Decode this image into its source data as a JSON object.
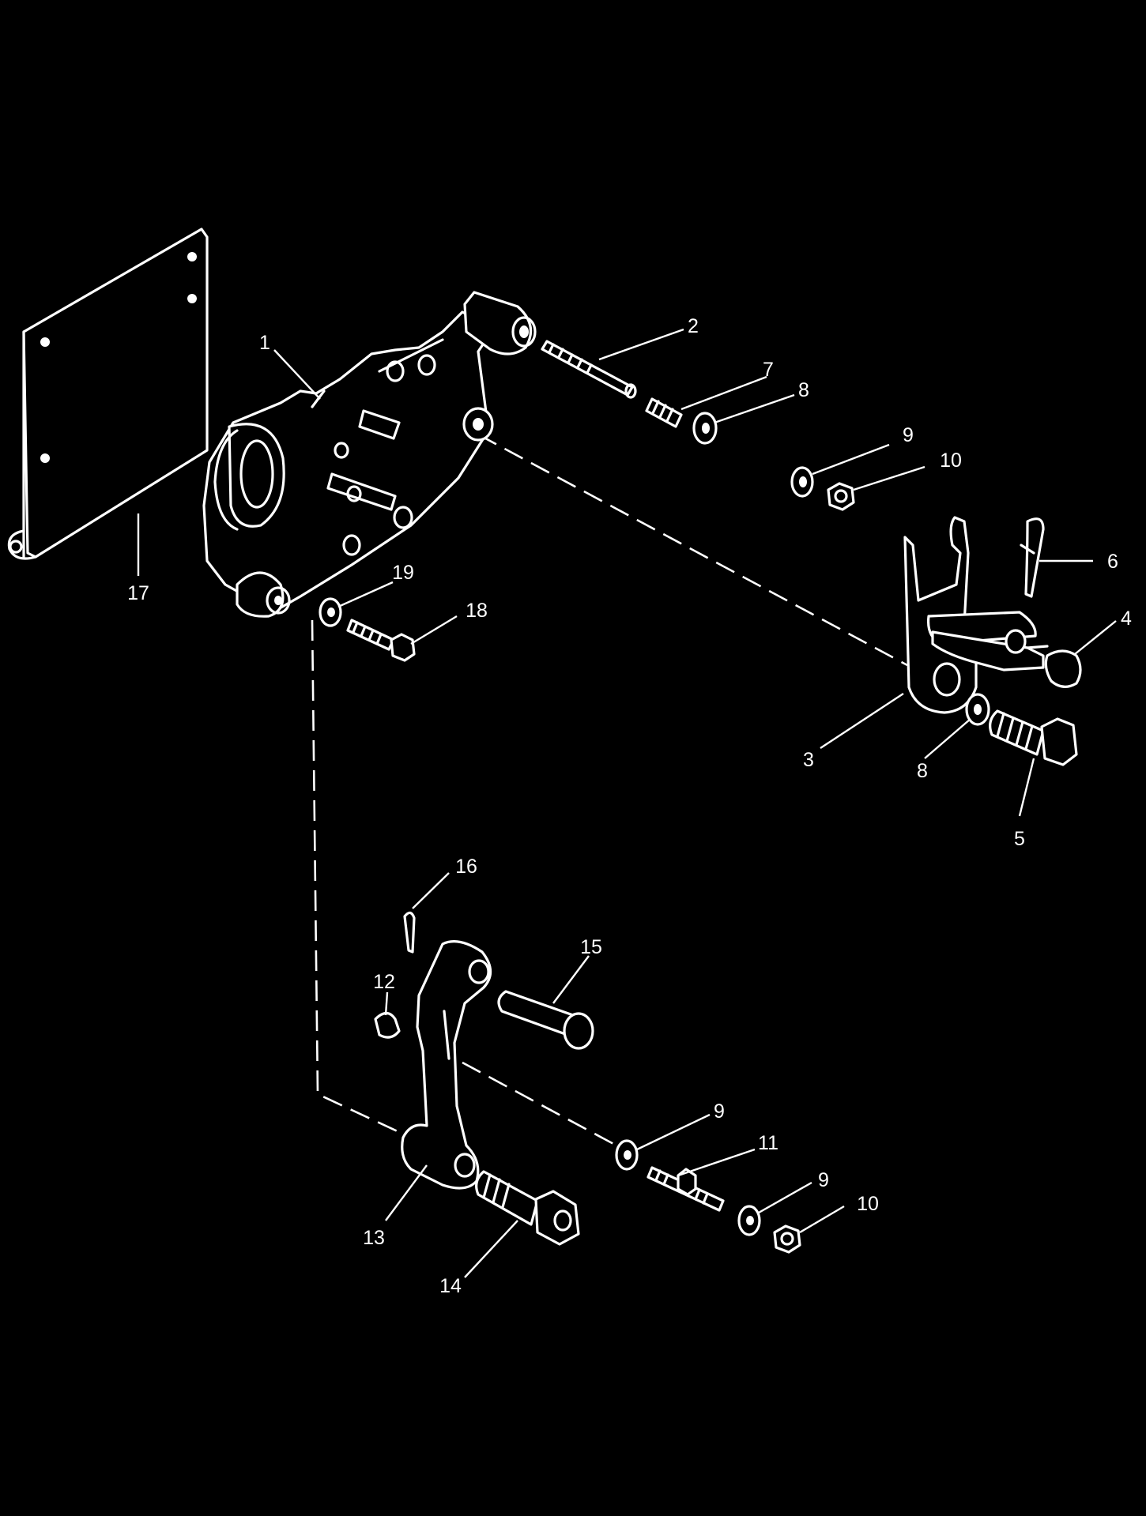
{
  "diagram": {
    "background": "#000000",
    "ink": "#ffffff",
    "callouts": [
      {
        "id": "c1",
        "label": "1"
      },
      {
        "id": "c2",
        "label": "2"
      },
      {
        "id": "c7",
        "label": "7"
      },
      {
        "id": "c8a",
        "label": "8"
      },
      {
        "id": "c9a",
        "label": "9"
      },
      {
        "id": "c10a",
        "label": "10"
      },
      {
        "id": "c6",
        "label": "6"
      },
      {
        "id": "c4",
        "label": "4"
      },
      {
        "id": "c3",
        "label": "3"
      },
      {
        "id": "c8b",
        "label": "8"
      },
      {
        "id": "c5",
        "label": "5"
      },
      {
        "id": "c17",
        "label": "17"
      },
      {
        "id": "c19",
        "label": "19"
      },
      {
        "id": "c18",
        "label": "18"
      },
      {
        "id": "c16",
        "label": "16"
      },
      {
        "id": "c15",
        "label": "15"
      },
      {
        "id": "c12",
        "label": "12"
      },
      {
        "id": "c9b",
        "label": "9"
      },
      {
        "id": "c11",
        "label": "11"
      },
      {
        "id": "c9c",
        "label": "9"
      },
      {
        "id": "c10b",
        "label": "10"
      },
      {
        "id": "c13",
        "label": "13"
      },
      {
        "id": "c14",
        "label": "14"
      }
    ]
  }
}
